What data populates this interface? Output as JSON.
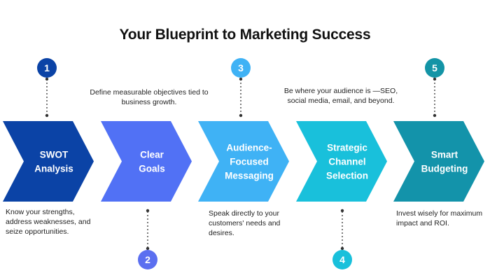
{
  "title": "Your Blueprint to Marketing Success",
  "steps": [
    {
      "number": "1",
      "label": "SWOT\nAnalysis",
      "description": "Know your strengths, address weaknesses, and seize opportunities.",
      "color": "#0b43a6",
      "circle_color": "#0b43a6",
      "circle_position": "top"
    },
    {
      "number": "2",
      "label": "Clear\nGoals",
      "description": "Define measurable objectives tied to business growth.",
      "color": "#5171f5",
      "circle_color": "#5b6ff0",
      "circle_position": "bottom"
    },
    {
      "number": "3",
      "label": "Audience-\nFocused\nMessaging",
      "description": "Speak directly to your customers' needs and desires.",
      "color": "#3fb2f5",
      "circle_color": "#3fb2f5",
      "circle_position": "top"
    },
    {
      "number": "4",
      "label": "Strategic\nChannel\nSelection",
      "description": "Be where your audience is —SEO, social media, email, and beyond.",
      "color": "#19c0db",
      "circle_color": "#19c0db",
      "circle_position": "bottom"
    },
    {
      "number": "5",
      "label": "Smart\nBudgeting",
      "description": "Invest wisely for maximum impact and ROI.",
      "color": "#1393aa",
      "circle_color": "#1394a6",
      "circle_position": "top"
    }
  ]
}
